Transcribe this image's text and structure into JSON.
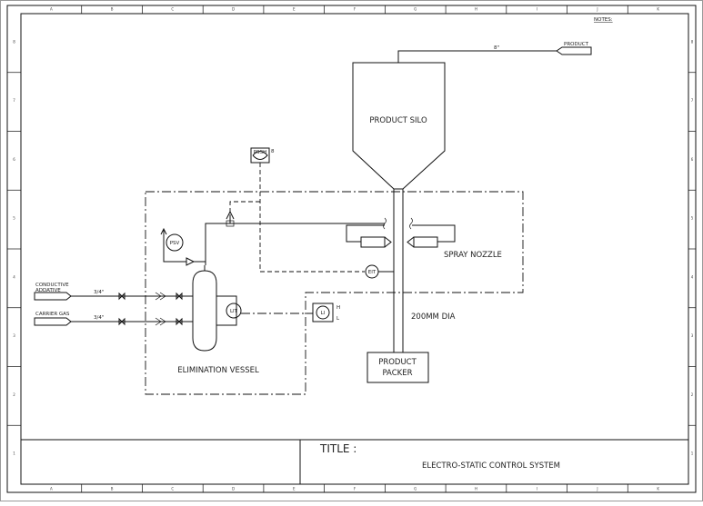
{
  "notes_label": "NOTES:",
  "outlet": {
    "size": "8\"",
    "label": "PRODUCT"
  },
  "silo": {
    "label": "PRODUCT SILO"
  },
  "spray_nozzle": {
    "label": "SPRAY NOZZLE"
  },
  "pipe_dia": {
    "label": "200MM DIA"
  },
  "packer": {
    "line1": "PRODUCT",
    "line2": "PACKER"
  },
  "vessel": {
    "label": "ELIMINATION VESSEL"
  },
  "inlets": [
    {
      "line1": "CONDUCTIVE",
      "line2": "ADDATIVE",
      "size": "3/4\""
    },
    {
      "line1": "CARRIER GAS",
      "line2": "",
      "size": "3/4\""
    }
  ],
  "instruments": {
    "psv": "PSV",
    "lit": "LIT",
    "eit": "EIT",
    "li": "LI",
    "pssh": "PSSH",
    "pssh_suffix": "8",
    "li_h": "H",
    "li_l": "L"
  },
  "title_block": {
    "label": "TITLE :",
    "text": "ELECTRO-STATIC CONTROL SYSTEM"
  },
  "border_marks": {
    "top": [
      "A",
      "B",
      "C",
      "D",
      "E",
      "F",
      "G",
      "H",
      "I",
      "J",
      "K"
    ],
    "side": [
      "8",
      "7",
      "6",
      "5",
      "4",
      "3",
      "2",
      "1"
    ]
  }
}
